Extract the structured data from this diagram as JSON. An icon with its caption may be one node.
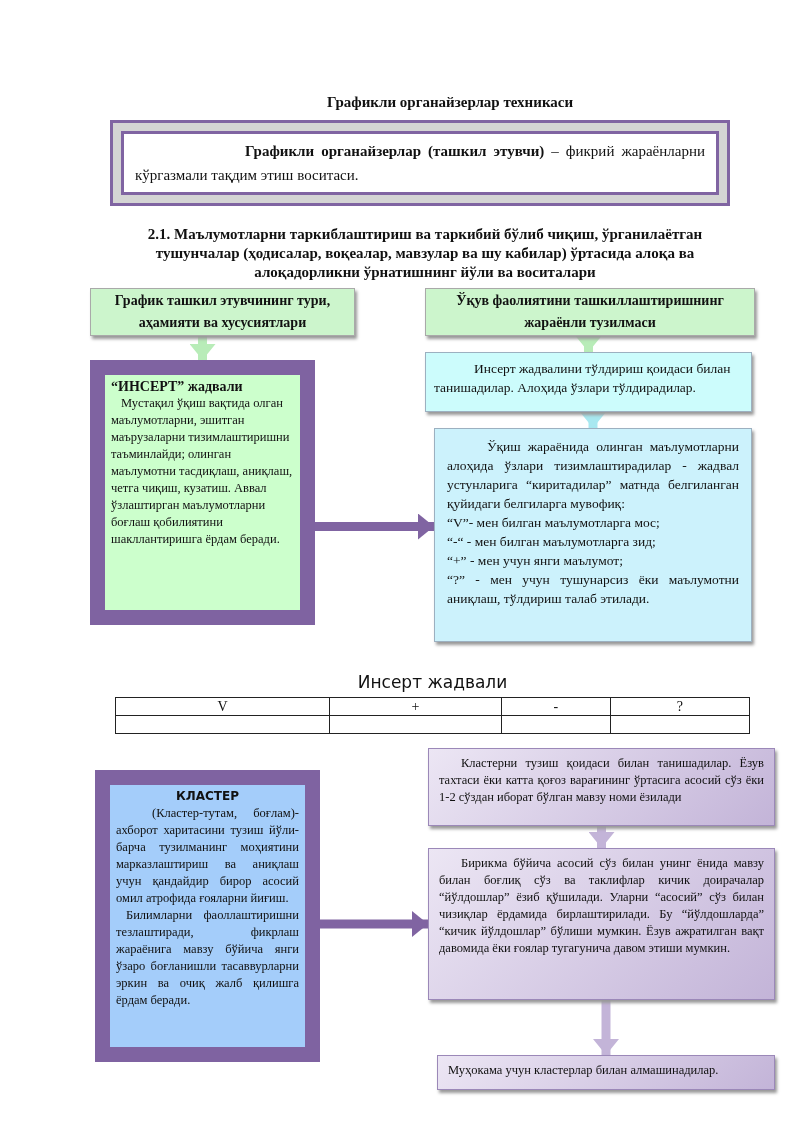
{
  "diagram": {
    "title": "Графикли органайзерлар техникаси",
    "nodes": [
      {
        "text": [
          "**Графикли органайзерлар (ташкил этувчи)** – фикрий жараёнларни кўргазмали тақдим этиш воситаси."
        ]
      },
      {
        "text": [
          "График ташкил этувчининг тури, аҳамияти ва хусусиятлари"
        ]
      },
      {
        "text": [
          "“ИНСЕРТ” жадвали",
          "Мустақил ўқиш вақтида олган маълумотларни, эшитган маърузаларни тизимлаштиришни таъминлайди; олинган маълумотни тасдиқлаш, аниқлаш, четга чиқиш, кузатиш. Аввал ўзлаштирган маълумотларни боғлаш қобилиятини шакллантиришга ёрдам беради."
        ]
      },
      {
        "text": [
          "Ўқув фаолиятини ташкиллаштиришнинг жараёнли тузилмаси"
        ]
      },
      {
        "text": [
          "Инсерт жадвалини тўлдириш қоидаси билан танишадилар. Алоҳида ўзлари тўлдирадилар."
        ]
      },
      {
        "text": [
          "Ўқиш жараёнида олинган маълумотларни алоҳида ўзлари тизимлаштирадилар - жадвал устунларига “киритадилар” матнда белгиланган қуйидаги белгиларга мувофиқ:",
          "“V”- мен билган маълумотларга мос;",
          "“-“ - мен билган маълумотларга зид;",
          "“+” - мен учун янги маълумот;",
          "“?” - мен учун тушунарсиз ёки маълумотни аниқлаш, тўлдириш талаб этилади."
        ]
      },
      {
        "text": [
          "КЛАСТЕР",
          "(Кластер-тутам, боғлам)- ахборот харитасини тузиш йўли- барча тузилманинг моҳиятини марказлаштириш ва аниқлаш учун қандайдир бирор асосий омил атрофида ғояларни йиғиш.",
          "Билимларни фаоллаштиришни тезлаштиради, фикрлаш жараёнига мавзу бўйича янги ўзаро боғланишли тасаввурларни эркин ва очиқ жалб қилишга ёрдам беради."
        ]
      },
      {
        "text": [
          "Кластерни тузиш қоидаси билан танишадилар. Ёзув тахтаси ёки катта қоғоз варағининг ўртасига асосий сўз ёки 1-2 сўздан иборат бўлган мавзу номи ёзилади"
        ]
      },
      {
        "text": [
          "Бирикма бўйича асосий сўз билан унинг ёнида мавзу билан боғлиқ сўз ва таклифлар кичик доирачалар “йўлдошлар” ёзиб қўшилади. Уларни “асосий” сўз билан чизиқлар ёрдамида бирлаштирилади. Бу “йўлдошларда” “кичик йўлдошлар” бўлиши мумкин. Ёзув ажратилган вақт давомида ёки ғоялар тугагунича давом этиши мумкин."
        ]
      },
      {
        "text": [
          "Муҳокама учун кластерлар билан алмашинадилар."
        ]
      }
    ],
    "edges": [
      {
        "from": 1,
        "to": 2,
        "arrow": "to"
      },
      {
        "from": 2,
        "to": 5,
        "arrow": "to",
        "color": "#8064a2"
      },
      {
        "from": 3,
        "to": 4,
        "arrow": "to"
      },
      {
        "from": 4,
        "to": 5,
        "arrow": "to"
      },
      {
        "from": 6,
        "to": 8,
        "arrow": "to",
        "color": "#8064a2"
      },
      {
        "from": 7,
        "to": 8,
        "arrow": "to"
      },
      {
        "from": 8,
        "to": 9,
        "arrow": "to"
      }
    ],
    "labels": [
      "2.1. Маълумотларни таркиблаштириш ва таркибий бўлиб чиқиш, ўрганилаётган тушунчалар (ҳодисалар, воқеалар, мавзулар ва шу кабилар) ўртасида алоқа ва алоқадорликни ўрнатишнинг йўли ва воситалари",
      "Инсерт жадвали",
      "V",
      "+",
      "-",
      "?"
    ]
  }
}
